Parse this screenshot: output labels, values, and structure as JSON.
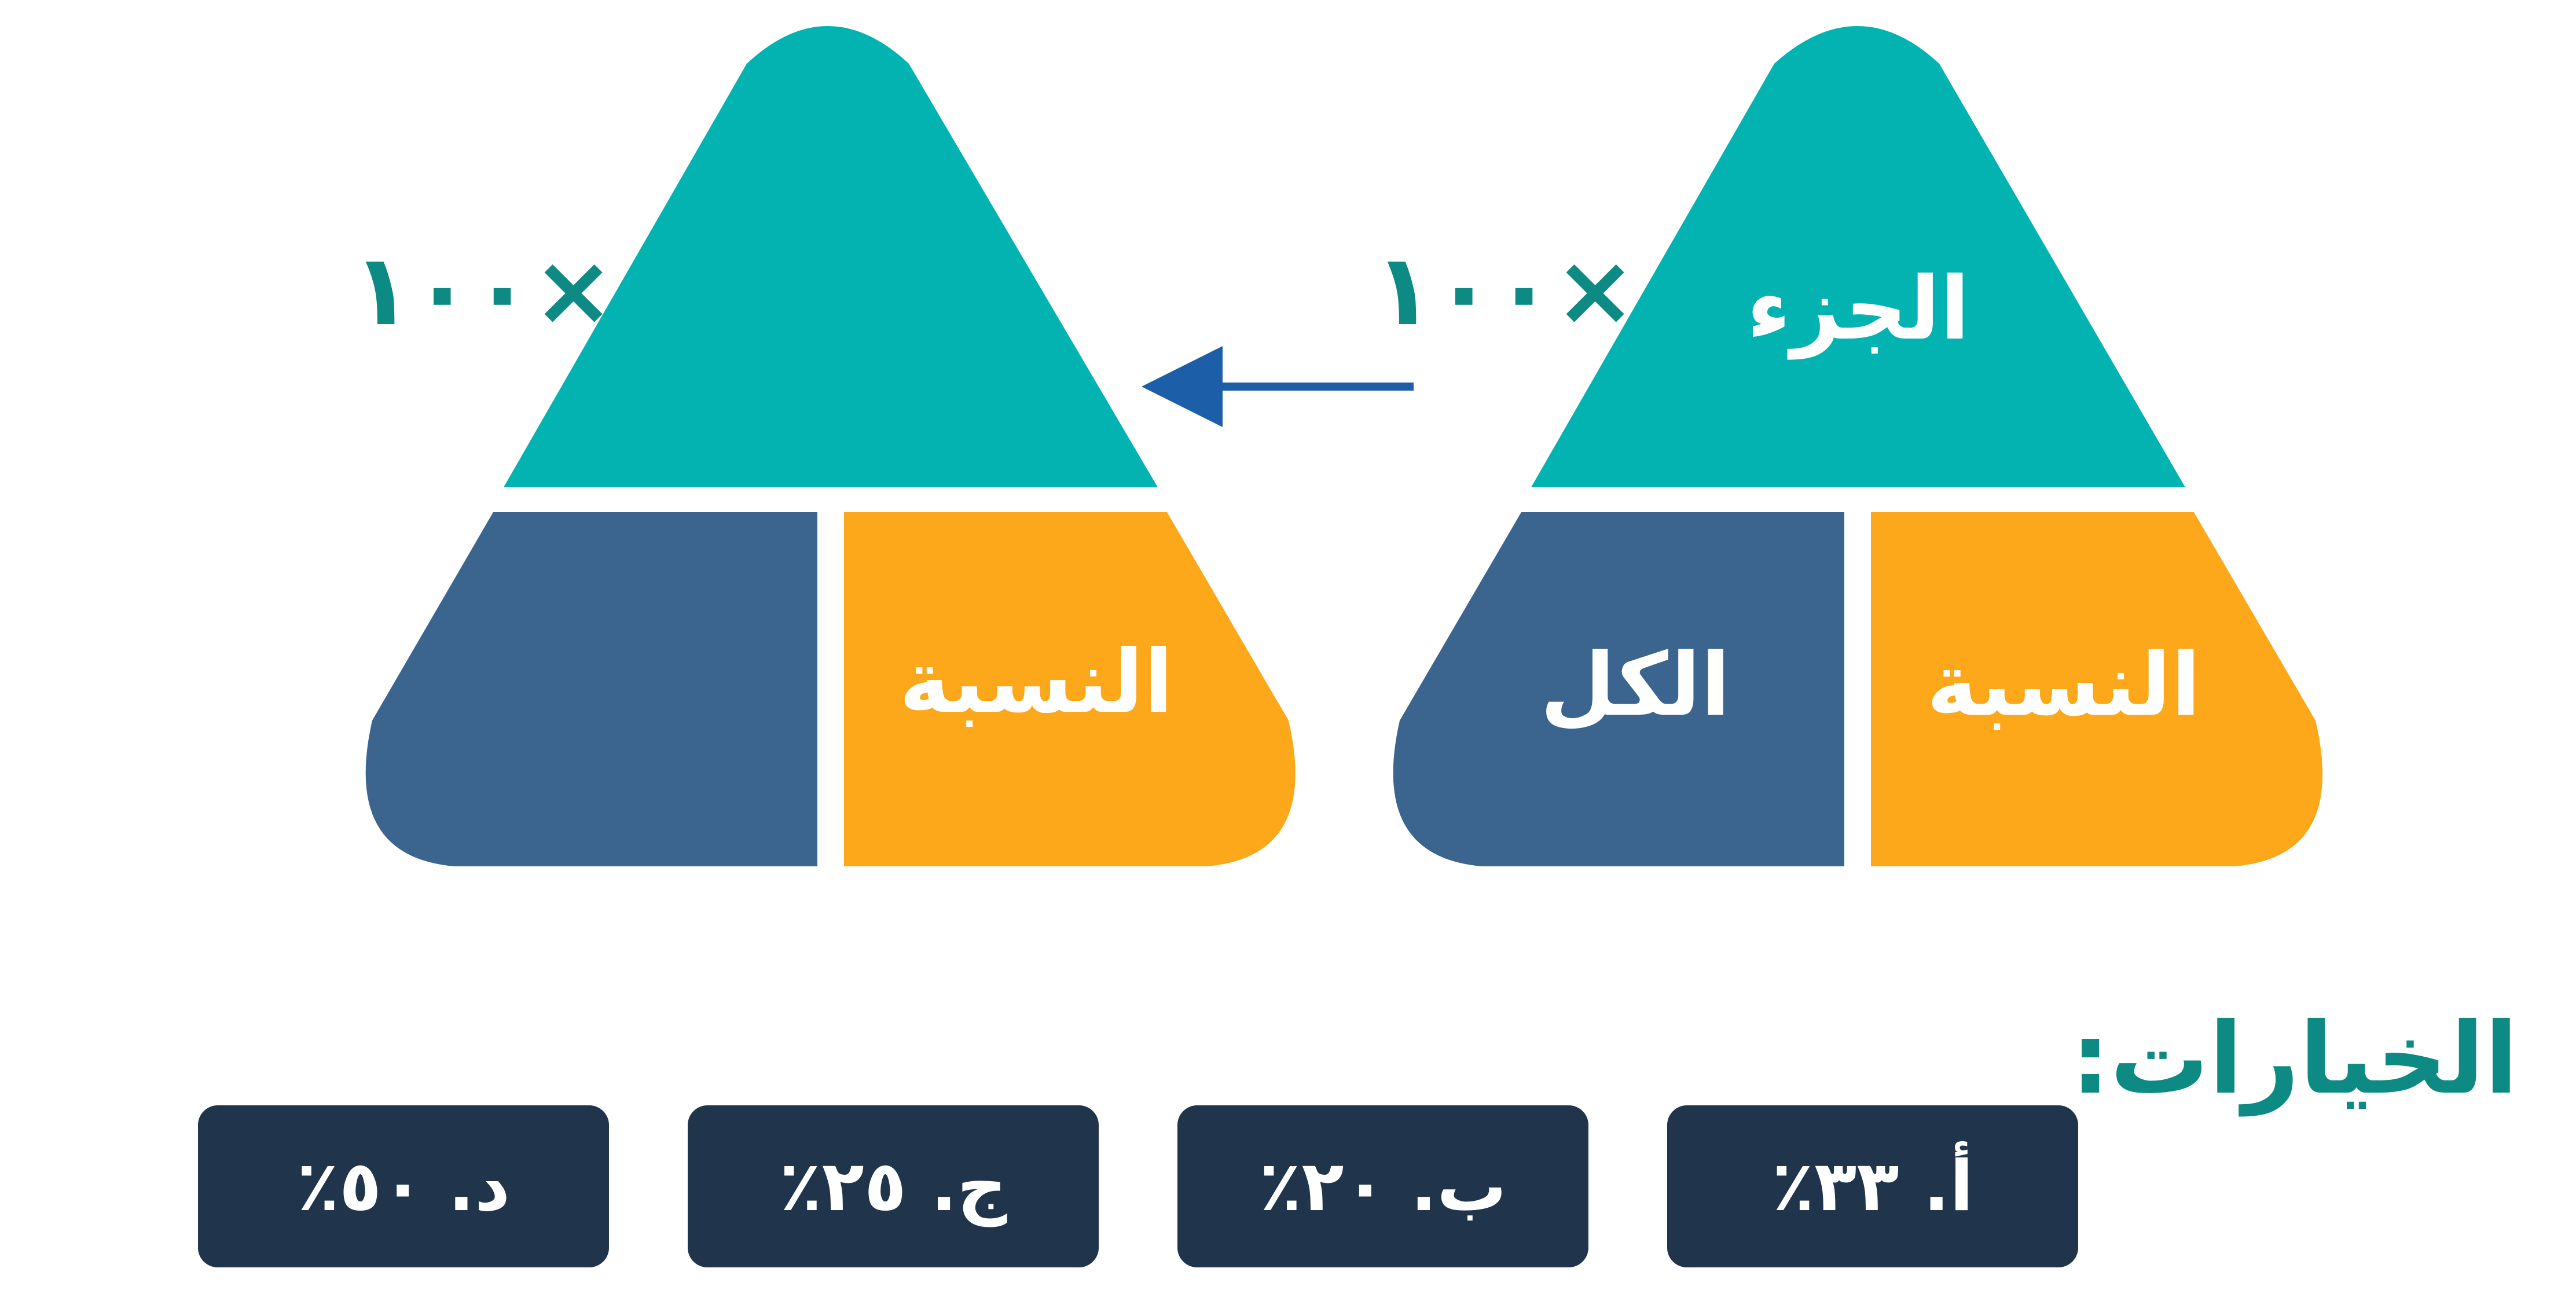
{
  "triangles": {
    "right": {
      "top_label": "الجزء",
      "left_label": "الكل",
      "right_label": "النسبة",
      "multiplier": "×١٠٠"
    },
    "left": {
      "top_label": "",
      "left_label": "",
      "right_label": "النسبة",
      "multiplier": "×١٠٠"
    }
  },
  "colors": {
    "top_segment": "#02b3b1",
    "left_segment": "#3b658f",
    "right_segment": "#fda81b",
    "multiplier_text": "#0d8a84",
    "arrow": "#1c5ea8",
    "option_bg": "#20344b"
  },
  "options": {
    "heading": "الخيارات:",
    "items": [
      {
        "label": "أ. ٣٣٪"
      },
      {
        "label": "ب. ٢٠٪"
      },
      {
        "label": "ج. ٢٥٪"
      },
      {
        "label": "د. ٥٠٪"
      }
    ]
  }
}
